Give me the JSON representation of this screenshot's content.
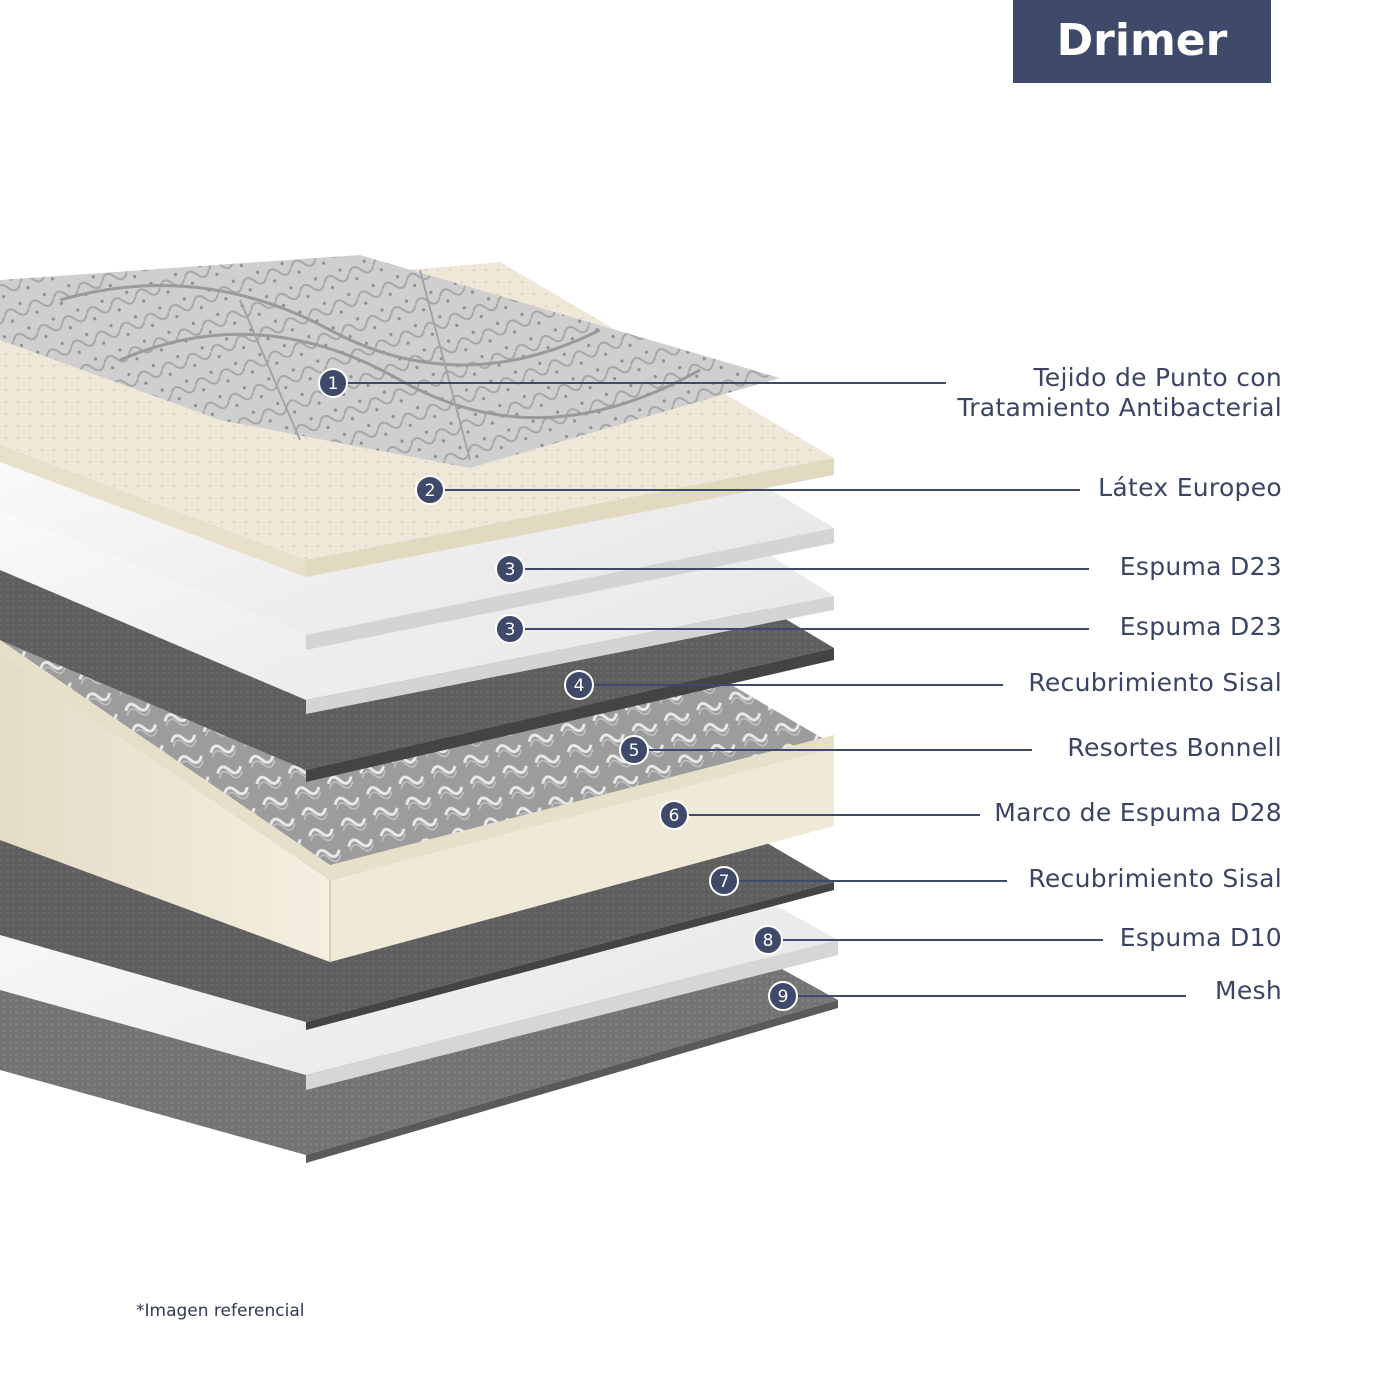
{
  "brand": {
    "logo_text": "Drimer",
    "color": "#3f4a6a"
  },
  "layers": [
    {
      "number": "1",
      "label": "Tejido de Punto con\nTratamiento Antibacterial"
    },
    {
      "number": "2",
      "label": "Látex Europeo"
    },
    {
      "number": "3",
      "label": "Espuma D23"
    },
    {
      "number": "3",
      "label": "Espuma D23"
    },
    {
      "number": "4",
      "label": "Recubrimiento Sisal"
    },
    {
      "number": "5",
      "label": "Resortes Bonnell"
    },
    {
      "number": "6",
      "label": "Marco de Espuma D28"
    },
    {
      "number": "7",
      "label": "Recubrimiento Sisal"
    },
    {
      "number": "8",
      "label": "Espuma D10"
    },
    {
      "number": "9",
      "label": "Mesh"
    }
  ],
  "footnote": "*Imagen referencial",
  "colors": {
    "accent": "#3f4a6a",
    "label_text": "#3b4463",
    "knit_fabric": "#c9c9c9",
    "latex": "#efe8d8",
    "foam": "#f3f3f3",
    "sisal": "#5c5c5c",
    "frame_foam": "#ece6d3",
    "mesh": "#6d6d6d"
  }
}
